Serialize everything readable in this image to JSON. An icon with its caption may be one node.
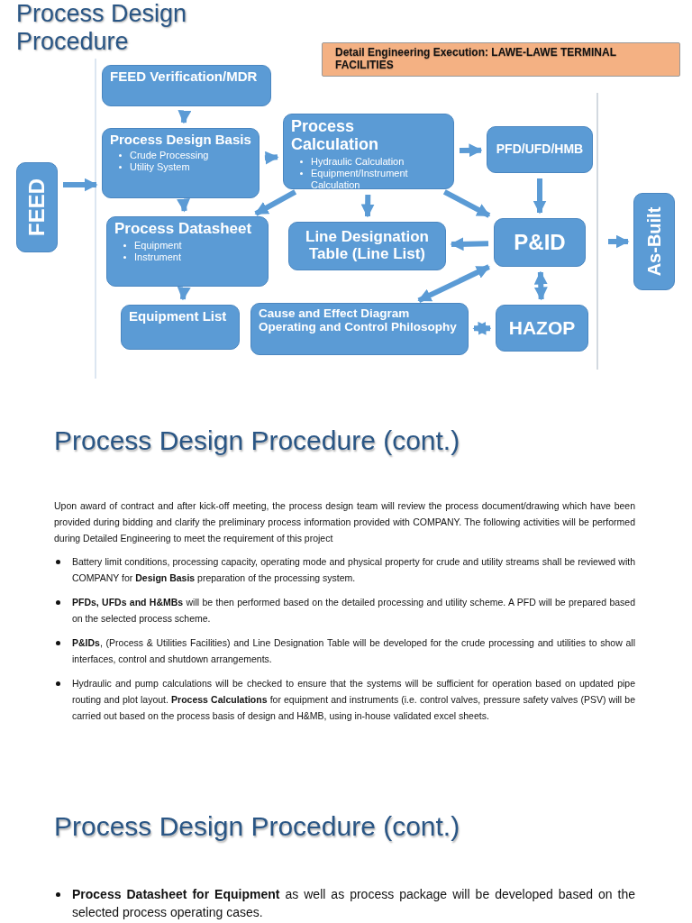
{
  "diagram": {
    "title": "Process Design Procedure",
    "nodes": [
      {
        "text": [
          "FEED"
        ]
      },
      {
        "text": [
          "FEED Verification/MDR"
        ]
      },
      {
        "text": [
          "Process Design Basis",
          "Crude Processing",
          "Utility System"
        ]
      },
      {
        "text": [
          "Process Calculation",
          "Hydraulic Calculation",
          "Equipment/Instrument Calculation"
        ]
      },
      {
        "text": [
          "PFD/UFD/HMB"
        ]
      },
      {
        "text": [
          "Process Datasheet",
          "Equipment",
          "Instrument"
        ]
      },
      {
        "text": [
          "Line Designation Table (Line List)"
        ]
      },
      {
        "text": [
          "P&ID"
        ]
      },
      {
        "text": [
          "Equipment List"
        ]
      },
      {
        "text": [
          "Cause and Effect Diagram",
          "Operating and Control Philosophy"
        ]
      },
      {
        "text": [
          "HAZOP"
        ]
      },
      {
        "text": [
          "As-Built"
        ]
      },
      {
        "text": [
          "Detail Engineering Execution: LAWE-LAWE TERMINAL FACILITIES"
        ]
      }
    ],
    "edges": [
      {
        "from": 0,
        "to": 2,
        "arrow": "to"
      },
      {
        "from": 1,
        "to": 2,
        "arrow": "to"
      },
      {
        "from": 2,
        "to": 3,
        "arrow": "to"
      },
      {
        "from": 3,
        "to": 4,
        "arrow": "to"
      },
      {
        "from": 2,
        "to": 5,
        "arrow": "to"
      },
      {
        "from": 3,
        "to": 5,
        "arrow": "to"
      },
      {
        "from": 3,
        "to": 6,
        "arrow": "to"
      },
      {
        "from": 3,
        "to": 7,
        "arrow": "to"
      },
      {
        "from": 4,
        "to": 7,
        "arrow": "to"
      },
      {
        "from": 7,
        "to": 6,
        "arrow": "to"
      },
      {
        "from": 5,
        "to": 8,
        "arrow": "to"
      },
      {
        "from": 7,
        "to": 9,
        "arrow": "both"
      },
      {
        "from": 7,
        "to": 10,
        "arrow": "both"
      },
      {
        "from": 10,
        "to": 9,
        "arrow": "both"
      },
      {
        "from": null,
        "to": 11,
        "arrow": "to"
      }
    ],
    "labels": [
      "Process Design Procedure (cont.)",
      "Upon award of contract and after kick-off meeting, the process design team will review the process document/drawing which have been provided during bidding and clarify the preliminary process information provided with COMPANY. The following activities will be performed during Detailed Engineering to meet the requirement of this project",
      "Battery limit conditions, processing capacity, operating mode and physical property for crude and utility streams shall be reviewed with COMPANY for **Design Basis** preparation of the processing system.",
      "**PFDs, UFDs and H&MBs** will be then performed based on the detailed processing and utility scheme. A PFD will be prepared based on the selected process scheme.",
      "**P&IDs**, (Process & Utilities Facilities) and Line Designation Table will be developed for the crude processing and utilities to show all interfaces, control and shutdown arrangements.",
      "Hydraulic and pump calculations will be checked to ensure that the systems will be sufficient for operation based on updated pipe routing and plot layout. **Process Calculations** for equipment and instruments (i.e. control valves, pressure safety valves (PSV) will be carried out based on the process basis of design and H&MB, using in-house validated excel sheets.",
      "Process Design Procedure (cont.)",
      "**Process Datasheet for Equipment** as well as process package will be developed based on the selected process operating cases."
    ]
  }
}
